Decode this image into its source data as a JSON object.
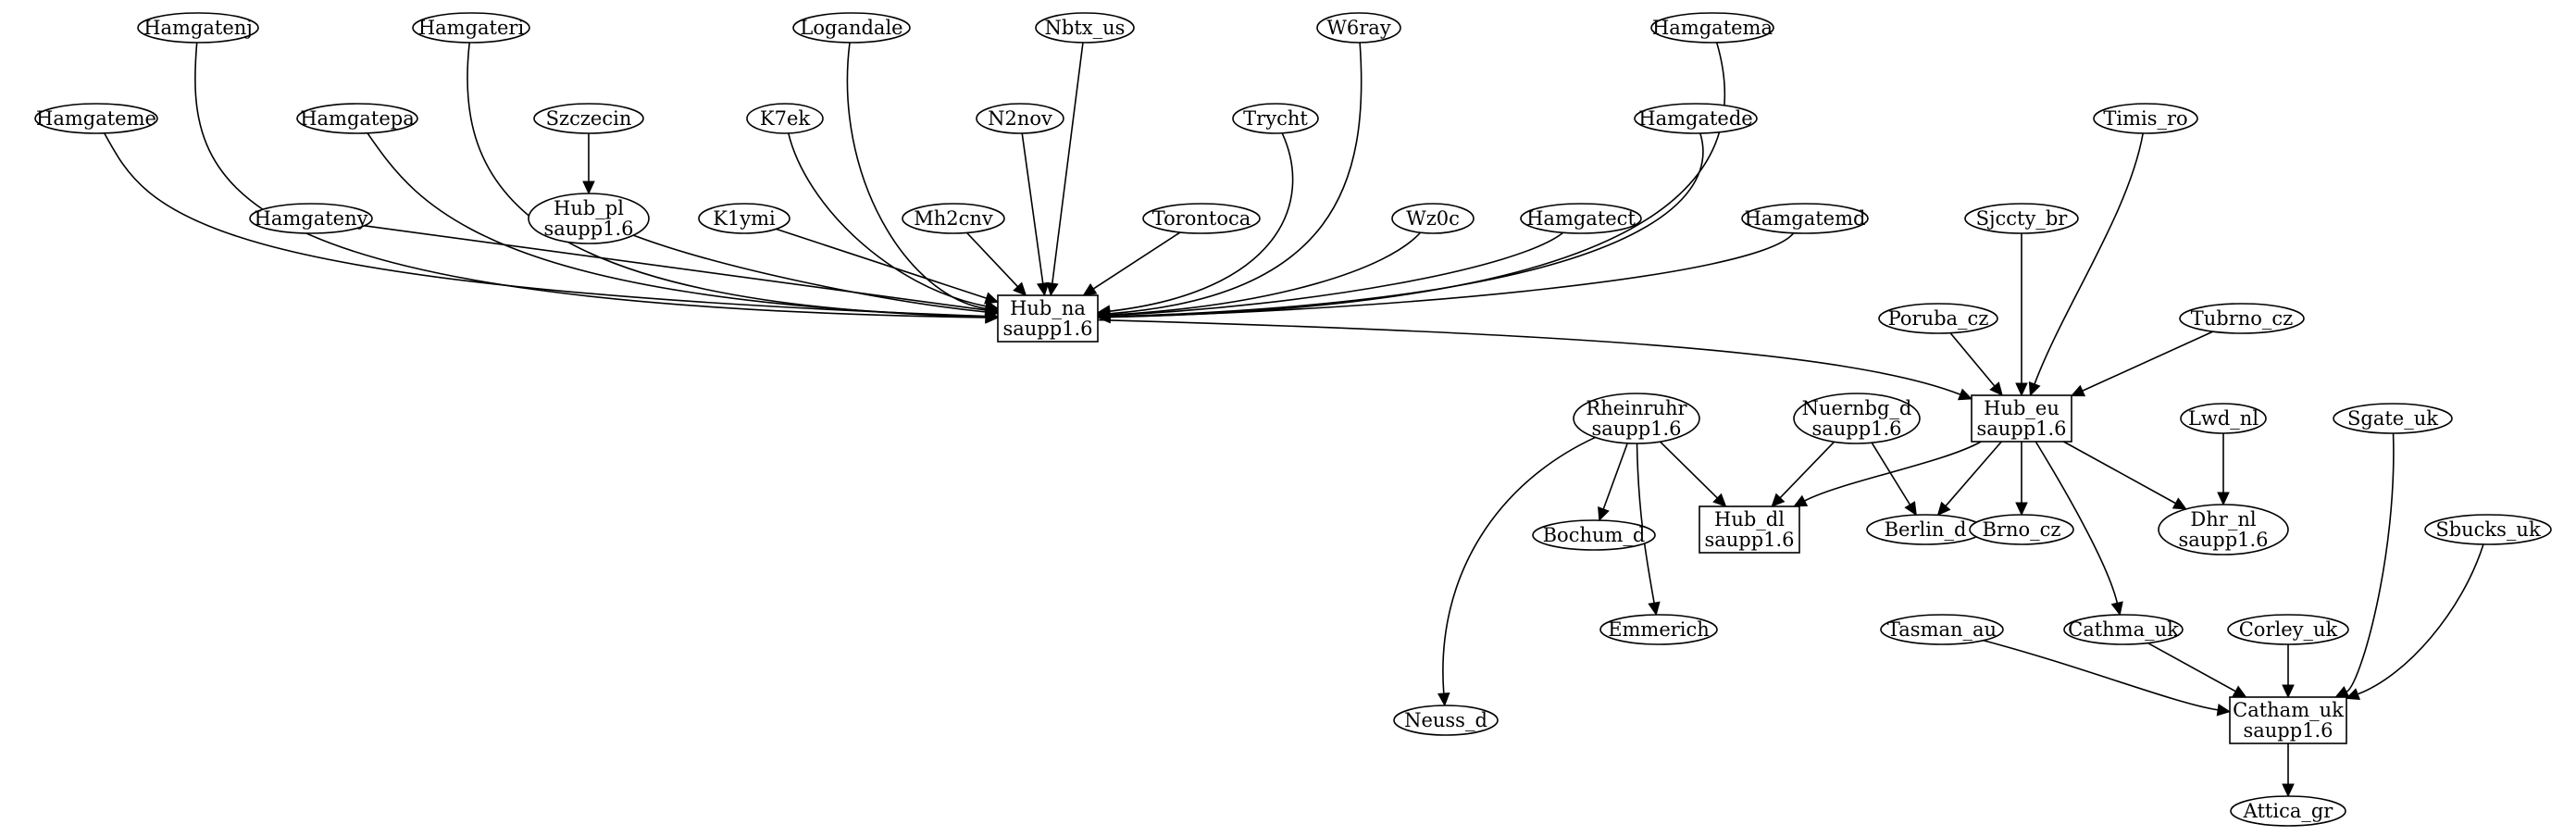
{
  "graph": {
    "nodes": [
      {
        "id": "hamgatenj",
        "lines": [
          "Hamgatenj"
        ],
        "shape": "ellipse"
      },
      {
        "id": "hamgateri",
        "lines": [
          "Hamgateri"
        ],
        "shape": "ellipse"
      },
      {
        "id": "logandale",
        "lines": [
          "Logandale"
        ],
        "shape": "ellipse"
      },
      {
        "id": "nbtx_us",
        "lines": [
          "Nbtx_us"
        ],
        "shape": "ellipse"
      },
      {
        "id": "w6ray",
        "lines": [
          "W6ray"
        ],
        "shape": "ellipse"
      },
      {
        "id": "hamgatema",
        "lines": [
          "Hamgatema"
        ],
        "shape": "ellipse"
      },
      {
        "id": "hamgateme",
        "lines": [
          "Hamgateme"
        ],
        "shape": "ellipse"
      },
      {
        "id": "hamgatepa",
        "lines": [
          "Hamgatepa"
        ],
        "shape": "ellipse"
      },
      {
        "id": "szczecin",
        "lines": [
          "Szczecin"
        ],
        "shape": "ellipse"
      },
      {
        "id": "k7ek",
        "lines": [
          "K7ek"
        ],
        "shape": "ellipse"
      },
      {
        "id": "n2nov",
        "lines": [
          "N2nov"
        ],
        "shape": "ellipse"
      },
      {
        "id": "trycht",
        "lines": [
          "Trycht"
        ],
        "shape": "ellipse"
      },
      {
        "id": "hamgatede",
        "lines": [
          "Hamgatede"
        ],
        "shape": "ellipse"
      },
      {
        "id": "timis_ro",
        "lines": [
          "Timis_ro"
        ],
        "shape": "ellipse"
      },
      {
        "id": "hamgateny",
        "lines": [
          "Hamgateny"
        ],
        "shape": "ellipse"
      },
      {
        "id": "hub_pl",
        "lines": [
          "Hub_pl",
          "saupp1.6"
        ],
        "shape": "ellipse"
      },
      {
        "id": "k1ymi",
        "lines": [
          "K1ymi"
        ],
        "shape": "ellipse"
      },
      {
        "id": "mh2cnv",
        "lines": [
          "Mh2cnv"
        ],
        "shape": "ellipse"
      },
      {
        "id": "torontoca",
        "lines": [
          "Torontoca"
        ],
        "shape": "ellipse"
      },
      {
        "id": "wz0c",
        "lines": [
          "Wz0c"
        ],
        "shape": "ellipse"
      },
      {
        "id": "hamgatect",
        "lines": [
          "Hamgatect"
        ],
        "shape": "ellipse"
      },
      {
        "id": "hamgatemd",
        "lines": [
          "Hamgatemd"
        ],
        "shape": "ellipse"
      },
      {
        "id": "sjccty_br",
        "lines": [
          "Sjccty_br"
        ],
        "shape": "ellipse"
      },
      {
        "id": "hub_na",
        "lines": [
          "Hub_na",
          "saupp1.6"
        ],
        "shape": "box"
      },
      {
        "id": "poruba_cz",
        "lines": [
          "Poruba_cz"
        ],
        "shape": "ellipse"
      },
      {
        "id": "tubrno_cz",
        "lines": [
          "Tubrno_cz"
        ],
        "shape": "ellipse"
      },
      {
        "id": "hub_eu",
        "lines": [
          "Hub_eu",
          "saupp1.6"
        ],
        "shape": "box"
      },
      {
        "id": "rheinruhr",
        "lines": [
          "Rheinruhr",
          "saupp1.6"
        ],
        "shape": "ellipse"
      },
      {
        "id": "nuernbg_d",
        "lines": [
          "Nuernbg_d",
          "saupp1.6"
        ],
        "shape": "ellipse"
      },
      {
        "id": "lwd_nl",
        "lines": [
          "Lwd_nl"
        ],
        "shape": "ellipse"
      },
      {
        "id": "sgate_uk",
        "lines": [
          "Sgate_uk"
        ],
        "shape": "ellipse"
      },
      {
        "id": "bochum_d",
        "lines": [
          "Bochum_d"
        ],
        "shape": "ellipse"
      },
      {
        "id": "hub_dl",
        "lines": [
          "Hub_dl",
          "saupp1.6"
        ],
        "shape": "box"
      },
      {
        "id": "berlin_d",
        "lines": [
          "Berlin_d"
        ],
        "shape": "ellipse"
      },
      {
        "id": "brno_cz",
        "lines": [
          "Brno_cz"
        ],
        "shape": "ellipse"
      },
      {
        "id": "dhr_nl",
        "lines": [
          "Dhr_nl",
          "saupp1.6"
        ],
        "shape": "ellipse"
      },
      {
        "id": "sbucks_uk",
        "lines": [
          "Sbucks_uk"
        ],
        "shape": "ellipse"
      },
      {
        "id": "emmerich",
        "lines": [
          "Emmerich"
        ],
        "shape": "ellipse"
      },
      {
        "id": "tasman_au",
        "lines": [
          "Tasman_au"
        ],
        "shape": "ellipse"
      },
      {
        "id": "cathma_uk",
        "lines": [
          "Cathma_uk"
        ],
        "shape": "ellipse"
      },
      {
        "id": "corley_uk",
        "lines": [
          "Corley_uk"
        ],
        "shape": "ellipse"
      },
      {
        "id": "catham_uk",
        "lines": [
          "Catham_uk",
          "saupp1.6"
        ],
        "shape": "box"
      },
      {
        "id": "neuss_d",
        "lines": [
          "Neuss_d"
        ],
        "shape": "ellipse"
      },
      {
        "id": "attica_gr",
        "lines": [
          "Attica_gr"
        ],
        "shape": "ellipse"
      }
    ],
    "edges": [
      {
        "from": "hamgateme",
        "to": "hub_na"
      },
      {
        "from": "hamgatenj",
        "to": "hub_na"
      },
      {
        "from": "hamgatepa",
        "to": "hub_na"
      },
      {
        "from": "hamgateny",
        "to": "hub_na"
      },
      {
        "from": "hamgateri",
        "to": "hub_na"
      },
      {
        "from": "hub_pl",
        "to": "hub_na"
      },
      {
        "from": "k1ymi",
        "to": "hub_na"
      },
      {
        "from": "k7ek",
        "to": "hub_na"
      },
      {
        "from": "logandale",
        "to": "hub_na"
      },
      {
        "from": "mh2cnv",
        "to": "hub_na"
      },
      {
        "from": "n2nov",
        "to": "hub_na"
      },
      {
        "from": "nbtx_us",
        "to": "hub_na"
      },
      {
        "from": "torontoca",
        "to": "hub_na"
      },
      {
        "from": "trycht",
        "to": "hub_na"
      },
      {
        "from": "w6ray",
        "to": "hub_na"
      },
      {
        "from": "wz0c",
        "to": "hub_na"
      },
      {
        "from": "hamgatect",
        "to": "hub_na"
      },
      {
        "from": "hamgatede",
        "to": "hub_na"
      },
      {
        "from": "hamgatema",
        "to": "hub_na"
      },
      {
        "from": "hamgatemd",
        "to": "hub_na"
      },
      {
        "from": "szczecin",
        "to": "hub_pl"
      },
      {
        "from": "hub_na",
        "to": "hub_eu"
      },
      {
        "from": "poruba_cz",
        "to": "hub_eu"
      },
      {
        "from": "sjccty_br",
        "to": "hub_eu"
      },
      {
        "from": "timis_ro",
        "to": "hub_eu"
      },
      {
        "from": "tubrno_cz",
        "to": "hub_eu"
      },
      {
        "from": "rheinruhr",
        "to": "bochum_d"
      },
      {
        "from": "rheinruhr",
        "to": "hub_dl"
      },
      {
        "from": "rheinruhr",
        "to": "emmerich"
      },
      {
        "from": "rheinruhr",
        "to": "neuss_d"
      },
      {
        "from": "nuernbg_d",
        "to": "hub_dl"
      },
      {
        "from": "nuernbg_d",
        "to": "berlin_d"
      },
      {
        "from": "hub_eu",
        "to": "hub_dl"
      },
      {
        "from": "hub_eu",
        "to": "berlin_d"
      },
      {
        "from": "hub_eu",
        "to": "brno_cz"
      },
      {
        "from": "hub_eu",
        "to": "dhr_nl"
      },
      {
        "from": "hub_eu",
        "to": "cathma_uk"
      },
      {
        "from": "lwd_nl",
        "to": "dhr_nl"
      },
      {
        "from": "sgate_uk",
        "to": "catham_uk"
      },
      {
        "from": "sbucks_uk",
        "to": "catham_uk"
      },
      {
        "from": "tasman_au",
        "to": "catham_uk"
      },
      {
        "from": "cathma_uk",
        "to": "catham_uk"
      },
      {
        "from": "corley_uk",
        "to": "catham_uk"
      },
      {
        "from": "catham_uk",
        "to": "attica_gr"
      }
    ]
  }
}
